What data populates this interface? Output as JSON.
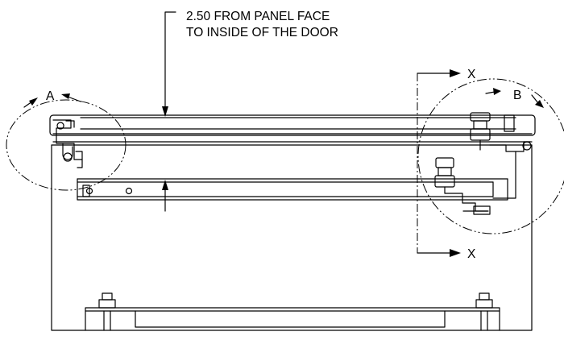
{
  "drawing": {
    "dimension_note_line1": "2.50  FROM PANEL FACE",
    "dimension_note_line2": "TO INSIDE OF THE DOOR",
    "detail_a_label": "A",
    "detail_b_label": "B",
    "section_label_top": "X",
    "section_label_bottom": "X"
  }
}
